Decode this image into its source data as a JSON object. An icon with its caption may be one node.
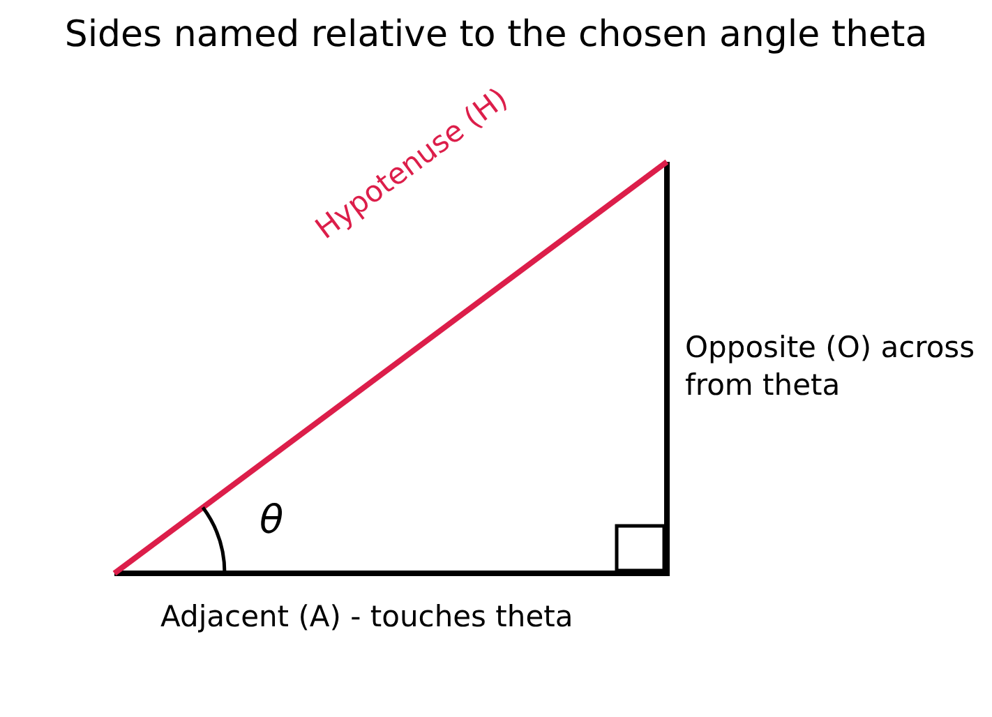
{
  "diagram": {
    "title": "Sides named relative to the chosen angle theta",
    "labels": [
      "Hypotenuse (H)",
      "Opposite (O) across from theta",
      "θ",
      "Adjacent (A) - touches theta"
    ]
  }
}
